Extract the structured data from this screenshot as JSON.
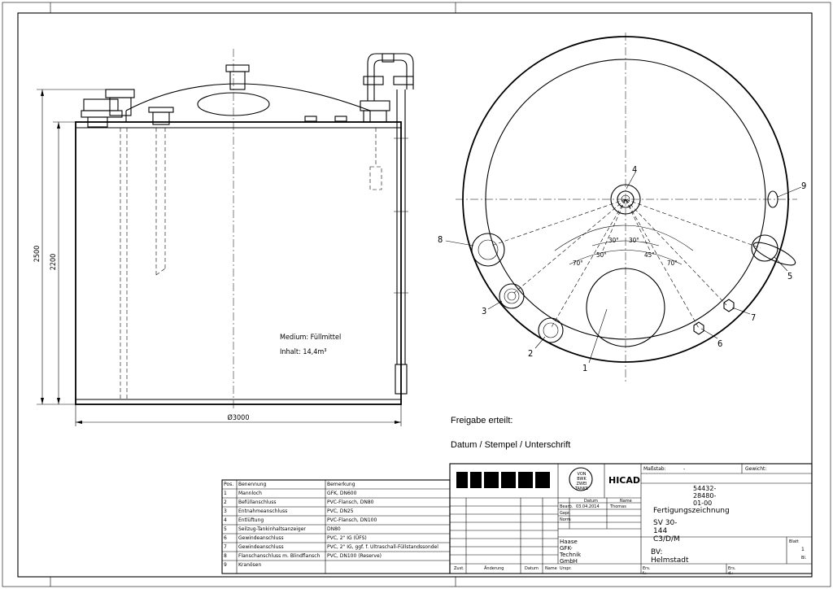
{
  "labels": {
    "dim_height_total": "2500",
    "dim_height_cyl": "2200",
    "dim_diameter": "Ø3000",
    "medium": "Medium: Füllmittel",
    "inhalt": "Inhalt: 14,4m³",
    "angles": [
      "30°",
      "30°",
      "50°",
      "45°",
      "70°",
      "70°"
    ],
    "callouts": [
      "1",
      "2",
      "3",
      "4",
      "5",
      "6",
      "7",
      "8",
      "9"
    ]
  },
  "approval": {
    "freigabe": "Freigabe erteilt:",
    "datum": "Datum / Stempel / Unterschrift"
  },
  "parts_table": {
    "headers": [
      "Pos.",
      "Benennung",
      "Bemerkung"
    ],
    "rows": [
      [
        "1",
        "Mannloch",
        "GFK, DN600"
      ],
      [
        "2",
        "Befüllanschluss",
        "PVC-Flansch, DN80"
      ],
      [
        "3",
        "Entnahmeanschluss",
        "PVC, DN25"
      ],
      [
        "4",
        "Entlüftung",
        "PVC-Flansch, DN100"
      ],
      [
        "5",
        "Seilzug-Tankinhaltsanzeiger",
        "DN80"
      ],
      [
        "6",
        "Gewindeanschluss",
        "PVC, 2\" IG (ÜFS)"
      ],
      [
        "7",
        "Gewindeanschluss",
        "PVC, 2\" IG, ggf. f. Ultraschall-Füllstandssondel"
      ],
      [
        "8",
        "Flanschanschluss m. Blindflansch",
        "PVC, DN100 (Reserve)"
      ],
      [
        "9",
        "Kranösen",
        ""
      ]
    ]
  },
  "title_block": {
    "company_logo": "HAASE",
    "badge": "VON BWK ZWEI TANKE",
    "cad": "HICAD",
    "massstab_label": "Maßstab:",
    "massstab_value": "-",
    "gewicht_label": "Gewicht:",
    "drawing_number": "54432-28480-01-00",
    "datum_label": "Datum",
    "name_label": "Name",
    "bearb_label": "Bearb.",
    "bearb_date": "03.04.2014",
    "bearb_name": "Thomas",
    "gepr_label": "Gepr.",
    "norm_label": "Norm",
    "title1": "Fertigungszeichnung",
    "title2": "SV 30-144 C3/D/M",
    "bv": "BV: Helmstadt",
    "company_name": "Haase GFK-Technik GmbH",
    "blatt_label": "Blatt",
    "blatt_value": "1",
    "bl_value": "Bl.",
    "rev_headers": [
      "Zust.",
      "Änderung",
      "Datum",
      "Name",
      "Urspr."
    ],
    "ers_label": "Ers. f.:",
    "ers_label2": "Ers. d.:"
  }
}
